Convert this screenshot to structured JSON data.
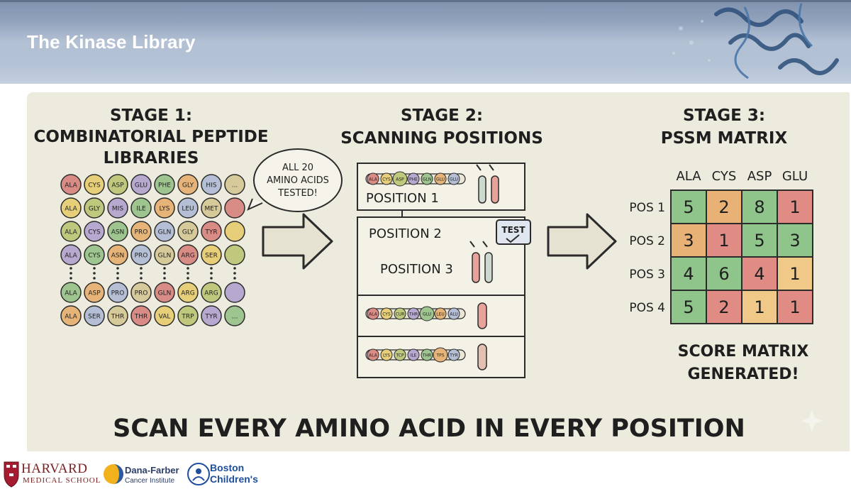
{
  "slide": {
    "title": "The Kinase Library"
  },
  "stage1": {
    "title_line1": "STAGE 1:",
    "title_line2": "COMBINATORIAL PEPTIDE",
    "title_line3": "LIBRARIES",
    "rows": [
      [
        "ALA",
        "CYS",
        "ASP",
        "GLU",
        "PHE",
        "GLY",
        "HIS",
        "..."
      ],
      [
        "ALA",
        "GLY",
        "MIS",
        "ILE",
        "LYS",
        "LEU",
        "MET",
        ""
      ],
      [
        "ALA",
        "CYS",
        "ASN",
        "PRO",
        "GLN",
        "GLY",
        "TYR",
        ""
      ],
      [
        "ALA",
        "CYS",
        "ASN",
        "PRO",
        "GLN",
        "ARG",
        "SER",
        ""
      ],
      [
        "ALA",
        "ASP",
        "PRO",
        "PRO",
        "GLN",
        "ARG",
        "ARG",
        ""
      ],
      [
        "ALA",
        "SER",
        "THR",
        "THR",
        "VAL",
        "TRP",
        "TYR",
        "..."
      ]
    ],
    "bead_colors": [
      "#d98b86",
      "#e6cf78",
      "#bfc87d",
      "#b6a8cf",
      "#9ec48f",
      "#e6b478",
      "#b4bfd6",
      "#d6ca9a"
    ],
    "bubble_line1": "ALL 20",
    "bubble_line2": "AMINO ACIDS",
    "bubble_line3": "TESTED!"
  },
  "stage2": {
    "title_line1": "STAGE 2:",
    "title_line2": "SCANNING POSITIONS",
    "position1": "POSITION 1",
    "position2": "POSITION 2",
    "position3": "POSITION 3",
    "test_badge": "TEST",
    "strip1_beads": [
      "ALA",
      "CYS",
      "ASP",
      "PHE",
      "GLN",
      "GLU",
      "GLU"
    ],
    "strip2_beads": [
      "ALA",
      "CYS",
      "CUR",
      "THR",
      "GLU",
      "LEU",
      "ALU"
    ],
    "strip3_beads": [
      "ALA",
      "LYS",
      "TCP",
      "ILE",
      "THR",
      "TPS",
      "TYR"
    ]
  },
  "stage3": {
    "title_line1": "STAGE 3:",
    "title_line2": "PSSM MATRIX",
    "columns": [
      "ALA",
      "CYS",
      "ASP",
      "GLU"
    ],
    "rows": [
      {
        "label": "POS 1",
        "values": [
          "5",
          "2",
          "8",
          "1"
        ]
      },
      {
        "label": "POS 2",
        "values": [
          "3",
          "1",
          "5",
          "3"
        ]
      },
      {
        "label": "POS 3",
        "values": [
          "4",
          "6",
          "4",
          "1"
        ]
      },
      {
        "label": "POS 4",
        "values": [
          "5",
          "2",
          "1",
          "1"
        ]
      }
    ],
    "cell_colors": [
      [
        "#8fc48a",
        "#e8b277",
        "#8fc48a",
        "#e08c84"
      ],
      [
        "#e8b277",
        "#e08c84",
        "#8fc48a",
        "#8fc48a"
      ],
      [
        "#8fc48a",
        "#8fc48a",
        "#e08c84",
        "#f0c989"
      ],
      [
        "#8fc48a",
        "#e08c84",
        "#f0c989",
        "#e08c84"
      ]
    ],
    "footer_line1": "SCORE MATRIX",
    "footer_line2": "GENERATED!"
  },
  "banner": "SCAN EVERY AMINO ACID IN EVERY POSITION",
  "footer": {
    "harvard_line1": "HARVARD",
    "harvard_line2": "MEDICAL SCHOOL",
    "dana_line1": "Dana-Farber",
    "dana_line2": "Cancer Institute",
    "boston_line1": "Boston",
    "boston_line2": "Children's"
  }
}
